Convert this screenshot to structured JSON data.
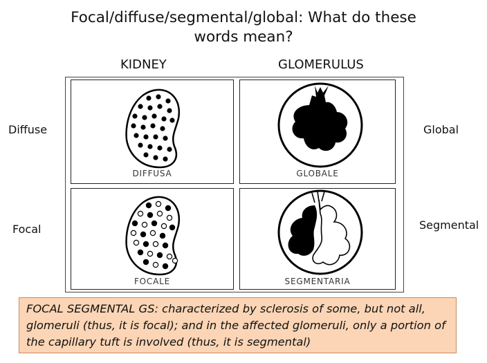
{
  "slide": {
    "title_line1": "Focal/diffuse/segmental/global: What do these",
    "title_line2": "words mean?"
  },
  "columns": {
    "kidney": "KIDNEY",
    "glomerulus": "GLOMERULUS"
  },
  "row_labels": {
    "diffuse": "Diffuse",
    "focal": "Focal",
    "global": "Global",
    "segmental": "Segmental"
  },
  "panels": {
    "diffusa": "DIFFUSA",
    "globale": "GLOBALE",
    "focale": "FOCALE",
    "segmentaria": "SEGMENTARIA"
  },
  "note": {
    "text": "FOCAL SEGMENTAL GS: characterized by sclerosis of some, but not all, glomeruli (thus, it is focal); and in the affected glomeruli, only a portion of the capillary tuft is involved (thus, it is segmental)"
  }
}
